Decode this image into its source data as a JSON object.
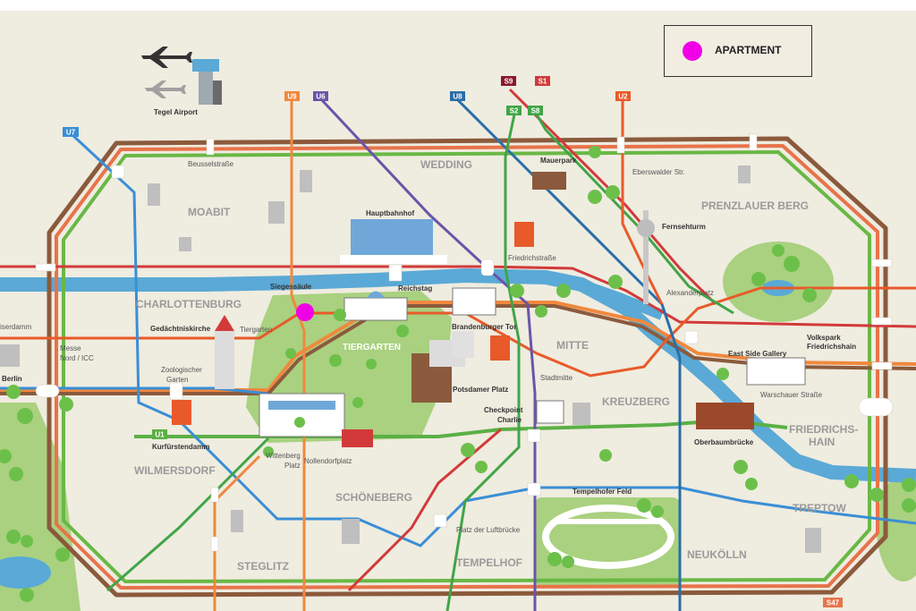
{
  "legend": {
    "marker_label": "APARTMENT",
    "marker_color": "#f000e6"
  },
  "airport": {
    "label": "Tegel Airport"
  },
  "line_badges": {
    "u7": "U7",
    "u9": "U9",
    "u6": "U6",
    "u8": "U8",
    "s9": "S9",
    "s1": "S1",
    "s2": "S2",
    "s8": "S8",
    "u2": "U2",
    "u1": "U1",
    "s47": "S47"
  },
  "districts": {
    "moabit": "MOABIT",
    "wedding": "WEDDING",
    "prenzlauer_berg": "PRENZLAUER BERG",
    "charlottenburg": "CHARLOTTENBURG",
    "tiergarten": "TIERGARTEN",
    "mitte": "MITTE",
    "kreuzberg": "KREUZBERG",
    "friedrichshain": "FRIEDRICHS-",
    "friedrichshain2": "HAIN",
    "wilmersdorf": "WILMERSDORF",
    "schoneberg": "SCHÖNEBERG",
    "tempelhof": "TEMPELHOF",
    "neukolln": "NEUKÖLLN",
    "steglitz": "STEGLITZ",
    "treptow": "TREPTOW"
  },
  "stations": {
    "beusselstrasse": "Beusselstraße",
    "hauptbahnhof": "Hauptbahnhof",
    "mauerpark": "Mauerpark",
    "eberswalder": "Eberswalder Str.",
    "fernsehturm": "Fernsehturm",
    "friedrichstrasse": "Friedrichstraße",
    "siegessaule": "Siegessäule",
    "reichstag": "Reichstag",
    "alexanderplatz": "Alexanderplatz",
    "gedachtniskirche": "Gedächtniskirche",
    "tiergarten": "Tiergarten",
    "brandenburger_tor": "Brandenburger Tor",
    "volkspark": "Volkspark",
    "volkspark2": "Friedrichshain",
    "east_side_gallery": "East Side Gallery",
    "messe": "Messe",
    "messe2": "Nord / ICC",
    "zoo": "Zoologischer",
    "zoo2": "Garten",
    "stadtmitte": "Stadtmitte",
    "warschauer": "Warschauer Straße",
    "potsdamer": "Potsdamer Platz",
    "checkpoint": "Checkpoint",
    "checkpoint2": "Charlie",
    "kurfurstendamm": "Kurfürstendamm",
    "oberbaumbrucke": "Oberbaumbrücke",
    "wittenberg": "Wittenberg",
    "wittenberg2": "Platz",
    "nollendorf": "Nollendorfplatz",
    "tempelhofer_feld": "Tempelhofer Feld",
    "luftbrucke": "Platz der Luftbrücke",
    "berlin": "Berlin",
    "damm": "iserdamm"
  },
  "colors": {
    "background": "#efece0",
    "water": "#5aa9d6",
    "park": "#a9d17f",
    "ring_outer": "#8b5a3c",
    "ring_mid": "#e8734a",
    "ring_inner": "#69b845",
    "u7": "#3a8fd6",
    "u9": "#f0883e",
    "u6": "#6a55a8",
    "u8": "#2b6ea8",
    "u2": "#e85a2a",
    "u1": "#5ab045",
    "s_green": "#41a547",
    "s_red": "#d23a3a"
  }
}
